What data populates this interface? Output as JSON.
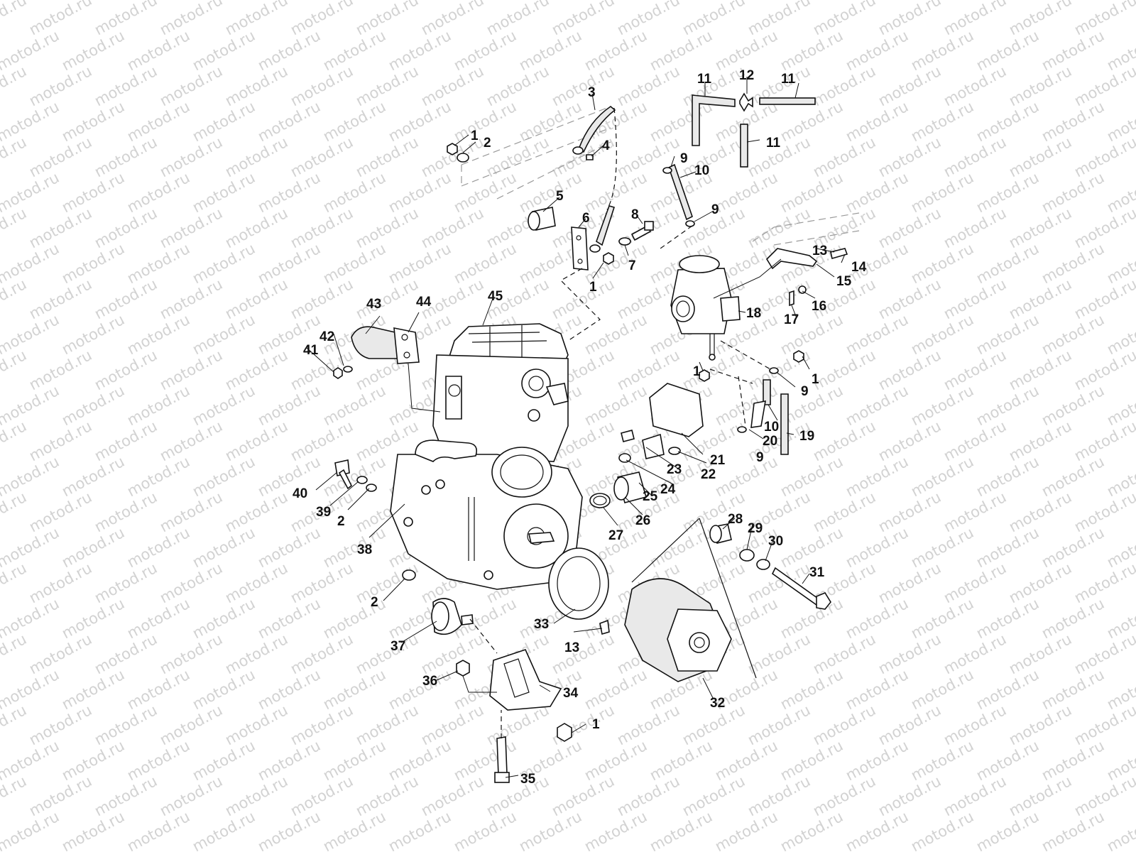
{
  "watermark": {
    "text": "motod.ru",
    "color": "#d2d2d2"
  },
  "callouts": [
    {
      "id": "c1a",
      "label": "1"
    },
    {
      "id": "c2a",
      "label": "2"
    },
    {
      "id": "c3",
      "label": "3"
    },
    {
      "id": "c4",
      "label": "4"
    },
    {
      "id": "c5",
      "label": "5"
    },
    {
      "id": "c6",
      "label": "6"
    },
    {
      "id": "c8",
      "label": "8"
    },
    {
      "id": "c7",
      "label": "7"
    },
    {
      "id": "c1b",
      "label": "1"
    },
    {
      "id": "c9a",
      "label": "9"
    },
    {
      "id": "c10a",
      "label": "10"
    },
    {
      "id": "c9b",
      "label": "9"
    },
    {
      "id": "c11a",
      "label": "11"
    },
    {
      "id": "c12",
      "label": "12"
    },
    {
      "id": "c11b",
      "label": "11"
    },
    {
      "id": "c11c",
      "label": "11"
    },
    {
      "id": "c13a",
      "label": "13"
    },
    {
      "id": "c14",
      "label": "14"
    },
    {
      "id": "c15",
      "label": "15"
    },
    {
      "id": "c16",
      "label": "16"
    },
    {
      "id": "c17",
      "label": "17"
    },
    {
      "id": "c18",
      "label": "18"
    },
    {
      "id": "c45",
      "label": "45"
    },
    {
      "id": "c43",
      "label": "43"
    },
    {
      "id": "c44",
      "label": "44"
    },
    {
      "id": "c42",
      "label": "42"
    },
    {
      "id": "c41",
      "label": "41"
    },
    {
      "id": "c1c",
      "label": "1"
    },
    {
      "id": "c1d",
      "label": "1"
    },
    {
      "id": "c9c",
      "label": "9"
    },
    {
      "id": "c10b",
      "label": "10"
    },
    {
      "id": "c20",
      "label": "20"
    },
    {
      "id": "c19",
      "label": "19"
    },
    {
      "id": "c9d",
      "label": "9"
    },
    {
      "id": "c21",
      "label": "21"
    },
    {
      "id": "c23",
      "label": "23"
    },
    {
      "id": "c22",
      "label": "22"
    },
    {
      "id": "c24",
      "label": "24"
    },
    {
      "id": "c25",
      "label": "25"
    },
    {
      "id": "c26",
      "label": "26"
    },
    {
      "id": "c27",
      "label": "27"
    },
    {
      "id": "c40",
      "label": "40"
    },
    {
      "id": "c39",
      "label": "39"
    },
    {
      "id": "c2b",
      "label": "2"
    },
    {
      "id": "c38",
      "label": "38"
    },
    {
      "id": "c28",
      "label": "28"
    },
    {
      "id": "c29",
      "label": "29"
    },
    {
      "id": "c30",
      "label": "30"
    },
    {
      "id": "c31",
      "label": "31"
    },
    {
      "id": "c2c",
      "label": "2"
    },
    {
      "id": "c33",
      "label": "33"
    },
    {
      "id": "c13b",
      "label": "13"
    },
    {
      "id": "c37",
      "label": "37"
    },
    {
      "id": "c36",
      "label": "36"
    },
    {
      "id": "c34",
      "label": "34"
    },
    {
      "id": "c32",
      "label": "32"
    },
    {
      "id": "c1e",
      "label": "1"
    },
    {
      "id": "c35",
      "label": "35"
    }
  ]
}
